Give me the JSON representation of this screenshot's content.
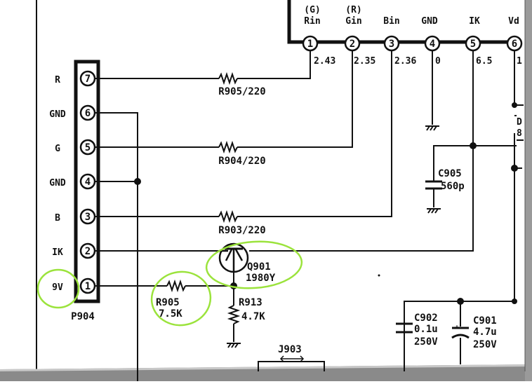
{
  "connector_p904": {
    "name": "P904",
    "pins": [
      {
        "num": "7",
        "label": "R"
      },
      {
        "num": "6",
        "label": "GND"
      },
      {
        "num": "5",
        "label": "G"
      },
      {
        "num": "4",
        "label": "GND"
      },
      {
        "num": "3",
        "label": "B"
      },
      {
        "num": "2",
        "label": "IK"
      },
      {
        "num": "1",
        "label": "9V"
      }
    ]
  },
  "top_header": {
    "pins": [
      {
        "num": "1",
        "label": "Rin",
        "alt": "(G)",
        "voltage": "2.43"
      },
      {
        "num": "2",
        "label": "Gin",
        "alt": "(R)",
        "voltage": "2.35"
      },
      {
        "num": "3",
        "label": "Bin",
        "alt": "",
        "voltage": "2.36"
      },
      {
        "num": "4",
        "label": "GND",
        "alt": "",
        "voltage": "0"
      },
      {
        "num": "5",
        "label": "IK",
        "alt": "",
        "voltage": "6.5"
      },
      {
        "num": "6",
        "label": "Vd",
        "alt": "",
        "voltage": "1"
      }
    ]
  },
  "components": {
    "r_pin7": "R905/220",
    "r_pin5": "R904/220",
    "r_pin3": "R903/220",
    "r_base_name": "R905",
    "r_base_value": "7.5K",
    "r913_name": "R913",
    "r913_value": "4.7K",
    "q901_name": "Q901",
    "q901_part": "1980Y",
    "c905_name": "C905",
    "c905_value": "560p",
    "c902_name": "C902",
    "c902_value": "0.1u",
    "c902_rating": "250V",
    "c901_name": "C901",
    "c901_value": "4.7u",
    "c901_rating": "250V",
    "j903_name": "J903",
    "clip_d": "D",
    "clip_8": "8"
  },
  "colors": {
    "highlight": "#9be33c",
    "wire": "#111111",
    "frame_shadow": "#8a8a8a"
  }
}
